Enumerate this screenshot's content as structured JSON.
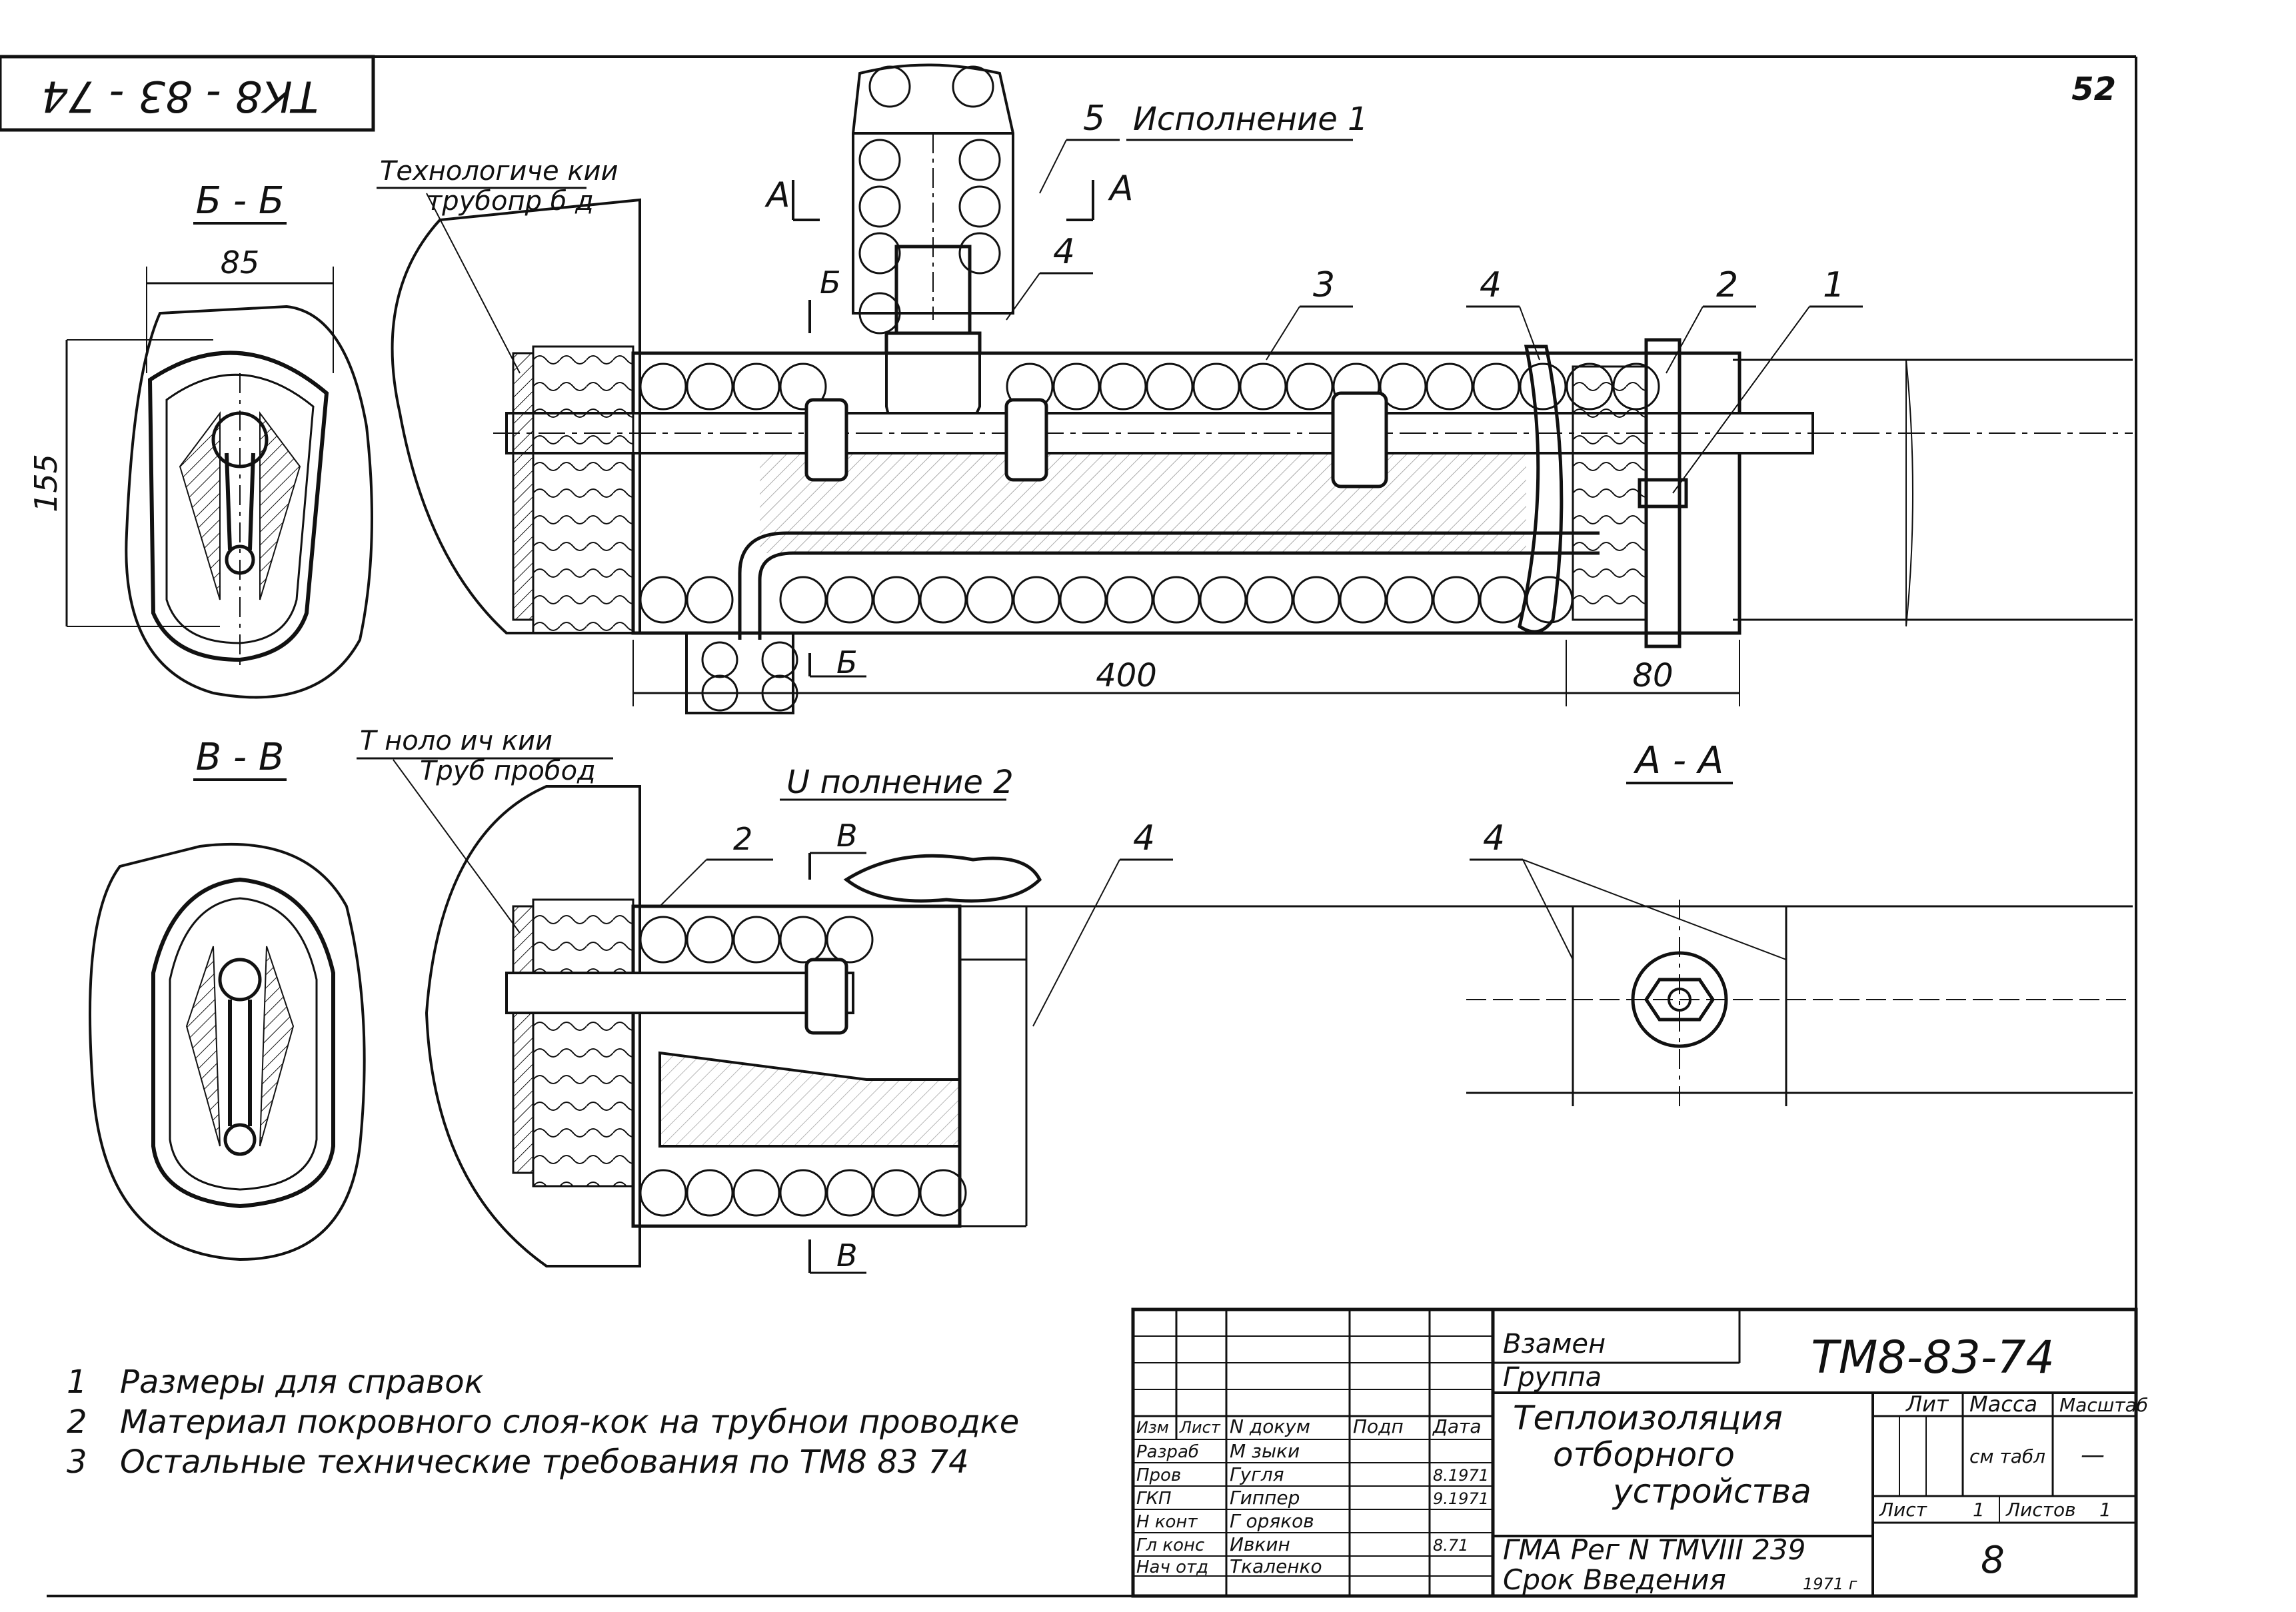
{
  "sheet": {
    "code_rotated": "ТК8 - 83 - 74",
    "page_number": "52"
  },
  "views": {
    "section_bb": "Б - Б",
    "section_vv": "В - В",
    "section_aa": "А - А",
    "variant_1": "Исполнение 1",
    "variant_2": "U полнение 2"
  },
  "cut_markers": {
    "a_left": "А",
    "a_right": "А",
    "b_top": "Б",
    "b_bottom": "Б",
    "v_top": "В",
    "v_bottom": "В"
  },
  "callouts": {
    "pipeline_1_line1": "Технологиче кии",
    "pipeline_1_line2": "трубопр б д",
    "pipeline_2_line1": "Т ноло ич кии",
    "pipeline_2_line2": "Труб пробод",
    "pos_1": "1",
    "pos_2": "2",
    "pos_3": "3",
    "pos_4_top": "4",
    "pos_4_mid": "4",
    "pos_4_var2": "4",
    "pos_4_aa": "4",
    "pos_5": "5",
    "pos_2_var2": "2"
  },
  "dimensions": {
    "width_85": "85",
    "height_155": "155",
    "length_400": "400",
    "length_80": "80"
  },
  "notes": [
    {
      "num": "1",
      "text": "Размеры для справок"
    },
    {
      "num": "2",
      "text": "Материал покровного слоя-кок на трубнои проводке"
    },
    {
      "num": "3",
      "text": "Остальные технические требования по ТМ8 83 74"
    }
  ],
  "title_block": {
    "vzamen": "Взамен",
    "gruppa": "Группа",
    "doc_code": "ТМ8-83-74",
    "title_line1": "Теплоизоляция",
    "title_line2": "отборного",
    "title_line3": "устройства",
    "col_izm": "Изм",
    "col_list": "Лист",
    "col_ndok": "N докум",
    "col_podp": "Подп",
    "col_data": "Дата",
    "lit": "Лит",
    "massa": "Масса",
    "masshtab": "Масштаб",
    "massa_val": "см табл",
    "masshtab_val": "—",
    "list_label": "Лист",
    "list_val": "1",
    "listov_label": "Листов",
    "listov_val": "1",
    "reg": "ГМА Рег N ТМVIII 239",
    "srok": "Срок Введения",
    "srok_date": "1971 г",
    "sheet_no": "8",
    "rows": [
      {
        "role": "Разраб",
        "name": "М зыки",
        "date": ""
      },
      {
        "role": "Пров",
        "name": "Гугля",
        "date": "8.1971"
      },
      {
        "role": "ГКП",
        "name": "Гиппер",
        "date": "9.1971"
      },
      {
        "role": "Н конт",
        "name": "Г оряков",
        "date": ""
      },
      {
        "role": "Гл конс",
        "name": "Ивкин",
        "date": "8.71"
      },
      {
        "role": "Нач отд",
        "name": "Ткаленко",
        "date": ""
      }
    ]
  }
}
